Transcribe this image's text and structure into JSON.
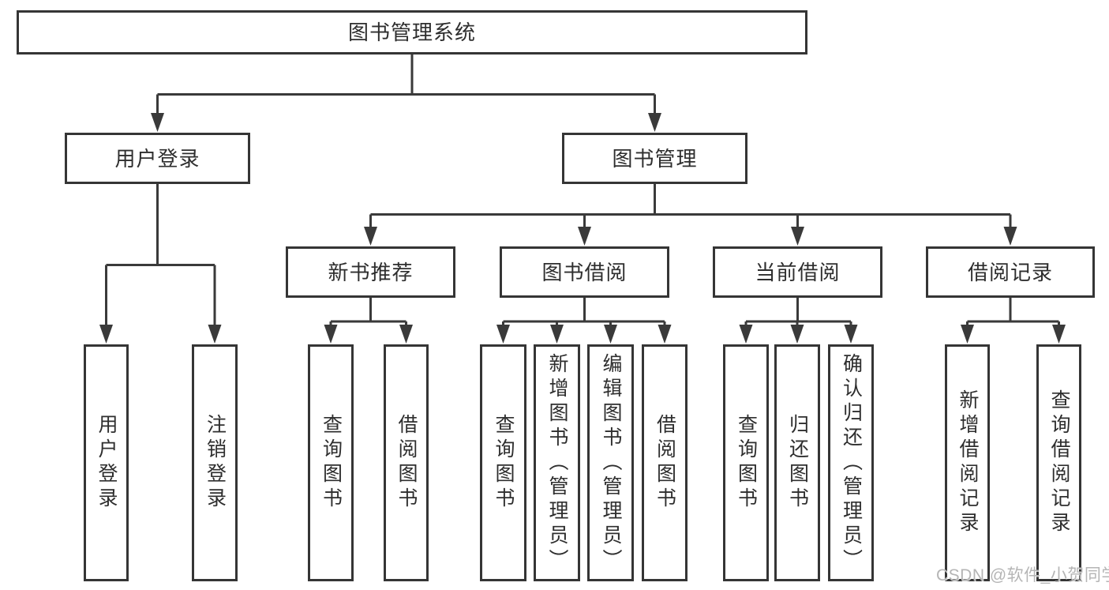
{
  "diagram_title": "图书管理系统",
  "nodes": {
    "root": "图书管理系统",
    "user_login": "用户登录",
    "book_mgmt": "图书管理",
    "new_book_rec": "新书推荐",
    "book_borrow": "图书借阅",
    "current_borrow": "当前借阅",
    "borrow_records": "借阅记录",
    "leaf_user_login": "用户登录",
    "leaf_logout": "注销登录",
    "leaf_query_book_nb": "查询图书",
    "leaf_borrow_book_nb": "借阅图书",
    "leaf_query_book_bb": "查询图书",
    "leaf_add_book": "新增图书（管理员）",
    "leaf_edit_book": "编辑图书（管理员）",
    "leaf_borrow_book_bb": "借阅图书",
    "leaf_query_book_cb": "查询图书",
    "leaf_return_book": "归还图书",
    "leaf_confirm_return": "确认归还（管理员）",
    "leaf_add_borrow_record": "新增借阅记录",
    "leaf_query_borrow_record": "查询借阅记录"
  },
  "hierarchy": {
    "图书管理系统": {
      "用户登录": [
        "用户登录",
        "注销登录"
      ],
      "图书管理": {
        "新书推荐": [
          "查询图书",
          "借阅图书"
        ],
        "图书借阅": [
          "查询图书",
          "新增图书（管理员）",
          "编辑图书（管理员）",
          "借阅图书"
        ],
        "当前借阅": [
          "查询图书",
          "归还图书",
          "确认归还（管理员）"
        ],
        "借阅记录": [
          "新增借阅记录",
          "查询借阅记录"
        ]
      }
    }
  },
  "watermark": "CSDN @软件_小贺同学",
  "colors": {
    "line": "#3a3a3a",
    "border": "#353535",
    "text": "#2e2e2e",
    "watermark": "#b5b5b5",
    "background": "#ffffff"
  }
}
